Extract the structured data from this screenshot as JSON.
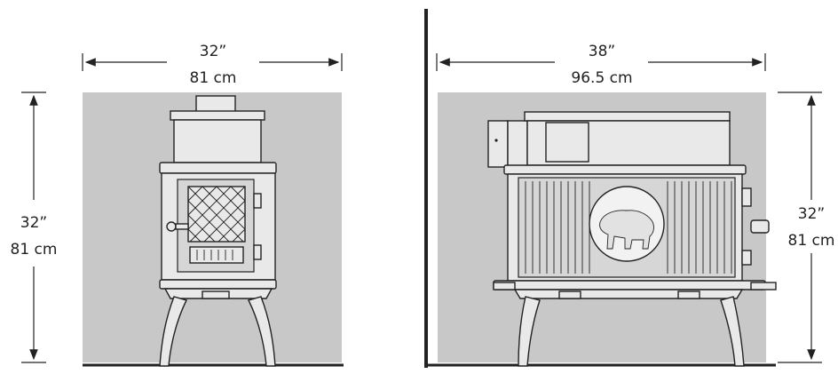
{
  "front_view": {
    "width_in": "32”",
    "width_cm": "81 cm",
    "height_in": "32”",
    "height_cm": "81 cm"
  },
  "side_view": {
    "width_in": "38”",
    "width_cm": "96.5 cm",
    "height_in": "32”",
    "height_cm": "81 cm"
  },
  "colors": {
    "clearance_area": "#c8c8c8",
    "stove_fill": "#e9e9e9",
    "line": "#222222"
  }
}
